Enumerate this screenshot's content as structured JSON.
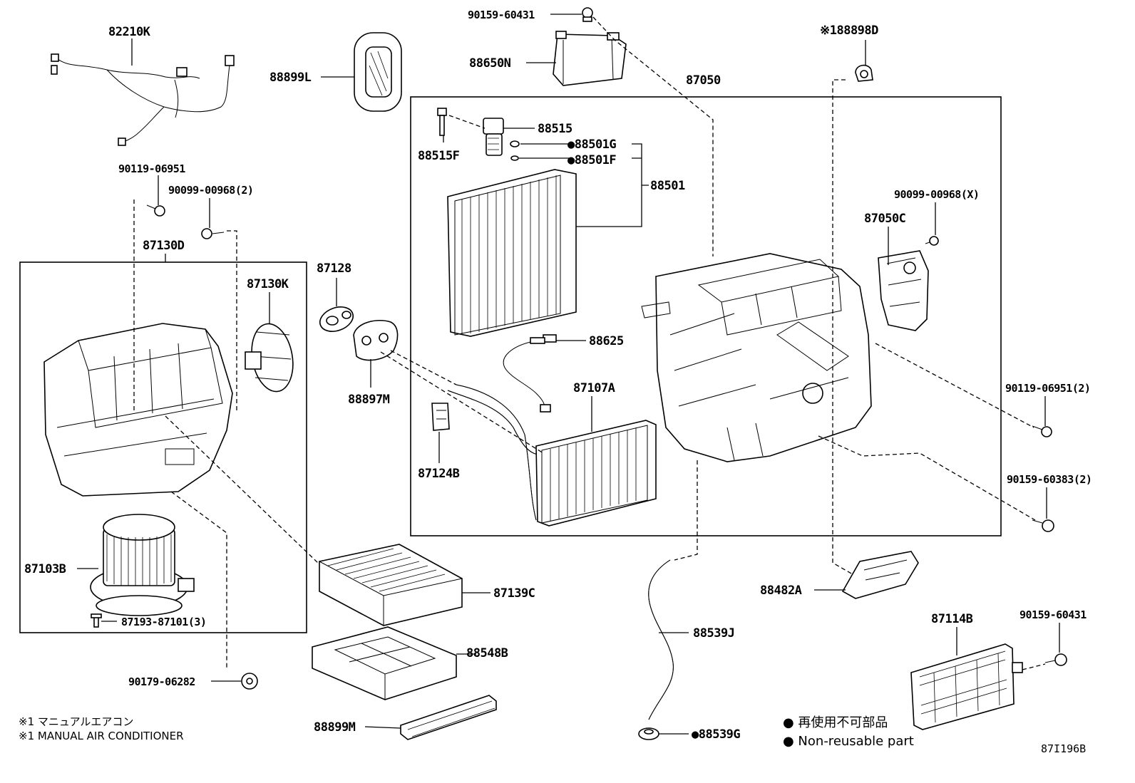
{
  "labels": {
    "p82210K": "82210K",
    "p88899L": "88899L",
    "p90159_60431_top": "90159-60431",
    "p88650N": "88650N",
    "p188898D": "※188898D",
    "p87050": "87050",
    "p88515": "88515",
    "p88515F": "88515F",
    "p88501G": "●88501G",
    "p88501F": "●88501F",
    "p88501": "88501",
    "p90119_06951": "90119-06951",
    "p90099_00968_2": "90099-00968(2)",
    "p87130D": "87130D",
    "p87128": "87128",
    "p87130K": "87130K",
    "p90099_00968_X": "90099-00968(X)",
    "p87050C": "87050C",
    "p88625": "88625",
    "p87107A": "87107A",
    "p88897M": "88897M",
    "p87124B": "87124B",
    "p90119_06951_2": "90119-06951(2)",
    "p90159_60383_2": "90159-60383(2)",
    "p87103B": "87103B",
    "p87139C": "87139C",
    "p87193_87101_3": "87193-87101(3)",
    "p88482A": "88482A",
    "p88539J": "88539J",
    "p87114B": "87114B",
    "p90159_60431_br": "90159-60431",
    "p88548B": "88548B",
    "p90179_06282": "90179-06282",
    "p88899M": "88899M",
    "p88539G": "●88539G"
  },
  "notes": {
    "line1": "※1 マニュアルエアコン",
    "line2": "※1 MANUAL AIR CONDITIONER"
  },
  "legend": {
    "jp": "● 再使用不可部品",
    "en": "● Non-reusable part"
  },
  "diagram_code": "87I196B"
}
